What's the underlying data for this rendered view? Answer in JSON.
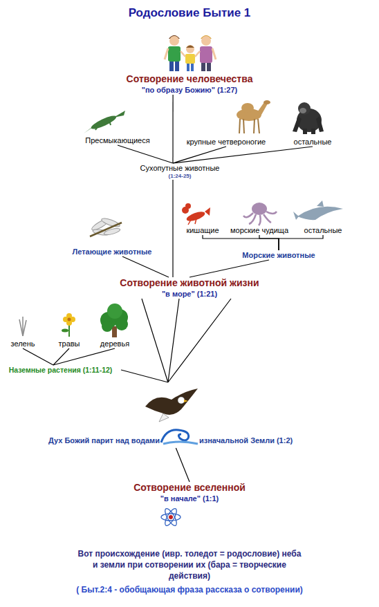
{
  "diagram": {
    "title": "Родословие Бытие 1",
    "nodes": [
      {
        "text": [
          "Сотворение человечества",
          "\"по образу Божию\" (1:27)"
        ]
      },
      {
        "text": [
          "Пресмыкающиеся"
        ]
      },
      {
        "text": [
          "крупные четвероногие"
        ]
      },
      {
        "text": [
          "остальные"
        ]
      },
      {
        "text": [
          "Сухопутные животные",
          "(1:24-25)"
        ]
      },
      {
        "text": [
          "кишащие"
        ]
      },
      {
        "text": [
          "морские чудища"
        ]
      },
      {
        "text": [
          "остальные"
        ]
      },
      {
        "text": [
          "Летающие животные"
        ]
      },
      {
        "text": [
          "Морские животные"
        ]
      },
      {
        "text": [
          "Сотворение животной жизни",
          "\"в море\" (1:21)"
        ]
      },
      {
        "text": [
          "зелень"
        ]
      },
      {
        "text": [
          "травы"
        ]
      },
      {
        "text": [
          "деревья"
        ]
      },
      {
        "text": [
          "Наземные растения (1:11-12)"
        ]
      },
      {
        "text": [
          "Дух Божий парит над водами",
          "изначальной Земли (1:2)"
        ]
      },
      {
        "text": [
          "Сотворение вселенной",
          "\"в начале\" (1:1)"
        ]
      }
    ],
    "edges": [
      {
        "from": 4,
        "to": 0,
        "arrow": "none"
      },
      {
        "from": 4,
        "to": 1,
        "arrow": "none"
      },
      {
        "from": 4,
        "to": 2,
        "arrow": "none"
      },
      {
        "from": 4,
        "to": 3,
        "arrow": "none"
      },
      {
        "from": 9,
        "to": 5,
        "arrow": "none"
      },
      {
        "from": 9,
        "to": 6,
        "arrow": "none"
      },
      {
        "from": 9,
        "to": 7,
        "arrow": "none"
      },
      {
        "from": 10,
        "to": 4,
        "arrow": "none"
      },
      {
        "from": 10,
        "to": 8,
        "arrow": "none"
      },
      {
        "from": 10,
        "to": 9,
        "arrow": "none"
      },
      {
        "from": 14,
        "to": 11,
        "arrow": "none"
      },
      {
        "from": 14,
        "to": 12,
        "arrow": "none"
      },
      {
        "from": 14,
        "to": 13,
        "arrow": "none"
      },
      {
        "from": 15,
        "to": 10,
        "arrow": "none"
      },
      {
        "from": 15,
        "to": 14,
        "arrow": "none"
      },
      {
        "from": 16,
        "to": 15,
        "arrow": "none"
      }
    ],
    "labels": [
      "( Быт.2:4 - обобщающая фраза рассказа о сотворении)"
    ],
    "caption": "Вот происхождение (ивр. толедот = родословие) неба и земли при сотворении их (бара = творческие действия)"
  }
}
